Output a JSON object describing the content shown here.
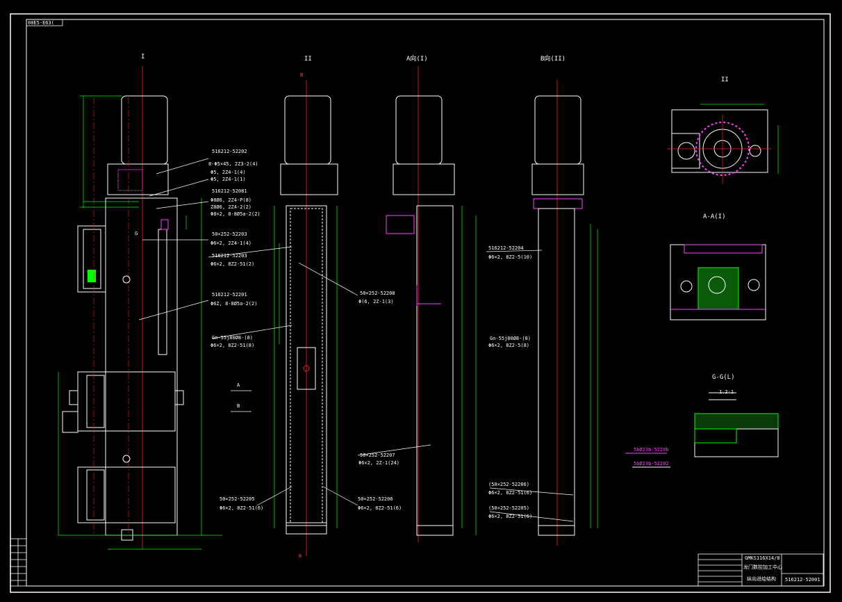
{
  "drawing": {
    "corner_tag": "00E5-E63(",
    "views": {
      "view1": "I",
      "view2": "II",
      "view3": "A向(I)",
      "view4": "B向(II)",
      "view5": "II",
      "section_a": "A-A(I)",
      "section_g": "G-G(L)",
      "section_g_scale": "1.2:1"
    },
    "markers": {
      "b_top": "B",
      "b_bottom": "B",
      "g": "G",
      "a": "A",
      "b_left": "B"
    },
    "callouts": {
      "c1": "516212-52202",
      "c1_sub1": "8-Φ5×45, 2Z3-2(4)",
      "c1_sub2": "Φ5, 2Z4-1(4)",
      "c1_sub3": "Φ5, 2Z4-1(1)",
      "c2": "516212-52081",
      "c2_sub1": "Φ8Ø6, 2Z4-P(8)",
      "c2_sub2": "Z8Ø6, 2Z4-2(2)",
      "c2_sub3": "Φ8×2, 8-8Ø5a-2(2)",
      "c3": "50×252-52203",
      "c3_sub": "Φ6×2, 2Z4-1(4)",
      "c4": "516212-52203",
      "c4_sub": "Φ6×2, 8Z2-51(2)",
      "c5": "516212-52201",
      "c5_sub": "Φ6Z, 8-8Ø5a-2(2)",
      "c6": "Gn-55j80Ø8-(8)",
      "c6_sub": "Φ6×2, 8Z2-51(8)",
      "c7": "50×252-52208",
      "c7_sub": "Φ(6, 2Z-1(3)",
      "c8": "50×252-52207",
      "c8_sub": "Φ6×2, 2Z-1(24)",
      "c9": "50×252-52205",
      "c9_sub": "Φ6×2, 8Z2-51(6)",
      "c10": "50×252-52206",
      "c10_sub": "Φ6×2, 8Z2-51(6)",
      "c11": "516212-52204",
      "c11_sub": "Φ6×2, 8Z2-5(10)",
      "c12": "Gn-55j80Ø8-(8)",
      "c12_sub": "Φ6×2, 8Z2-5(8)",
      "c13": "(50×252-52206)",
      "c13_sub": "Φ6×2, 8Z2-51(6)",
      "c14": "(50×252-52205)",
      "c14_sub": "Φ6×2, 8Z2-51(6)",
      "c15": "5bØ23b-5220b",
      "c16": "5bØ23b-52202"
    },
    "title_block": {
      "line1": "GMKS116X14/8",
      "line2": "龙门数控加工中心",
      "line3": "纵向进给结构",
      "drawing_no": "516212-52001"
    }
  },
  "colors": {
    "background": "#000000",
    "lines": "#ffffff",
    "dimension": "#00ff00",
    "center": "#ff2020",
    "highlight": "#ff40ff"
  }
}
